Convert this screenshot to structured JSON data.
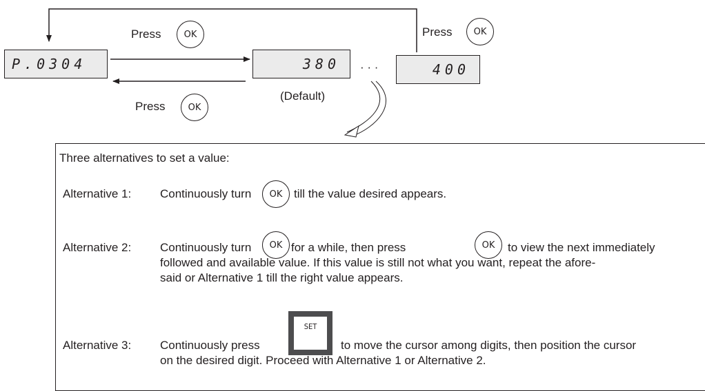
{
  "flow": {
    "display_start": "P.0304",
    "display_default": "380",
    "display_end": "400",
    "press_label": "Press",
    "ok_label": "OK",
    "default_label": "(Default)",
    "ellipsis": "· · ·"
  },
  "info": {
    "heading": "Three alternatives to set a value:",
    "alt1": {
      "label": "Alternative 1:",
      "before": "Continuously turn",
      "after": "till the value desired appears."
    },
    "alt2": {
      "label": "Alternative 2:",
      "before": "Continuously turn",
      "middle": "for a while, then press",
      "after": "to view the next immediately",
      "line2": "followed and available value. If this value is still not what you want, repeat the afore-",
      "line3": "said or Alternative 1 till the right value appears."
    },
    "alt3": {
      "label": "Alternative 3:",
      "before": "Continuously press",
      "set_label": "SET",
      "after": "to move the cursor among digits, then position the cursor",
      "line2": "on the desired digit. Proceed with Alternative 1 or Alternative 2."
    }
  }
}
